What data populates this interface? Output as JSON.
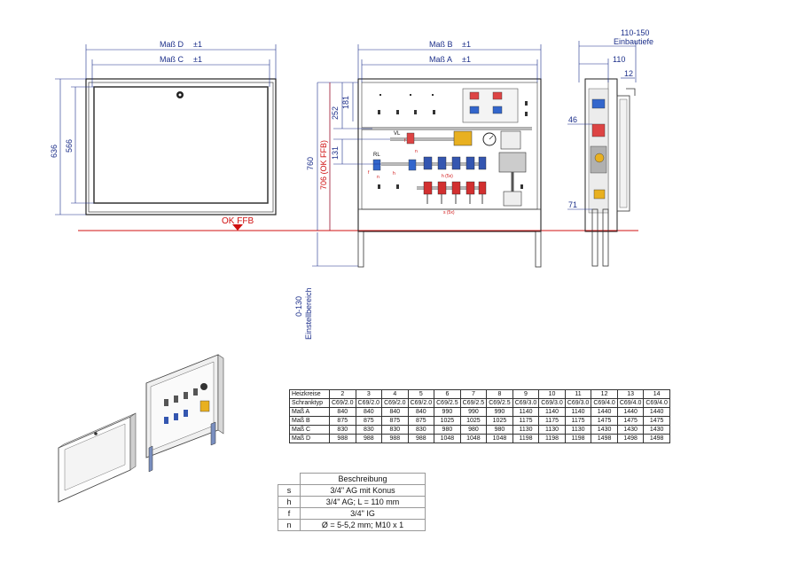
{
  "dimensions": {
    "mass_d": "Maß D",
    "mass_c": "Maß C",
    "mass_b": "Maß B",
    "mass_a": "Maß A",
    "tolerance": "±1",
    "h636": "636",
    "h566": "566",
    "h760": "760",
    "h706": "706 (OK FFB)",
    "h252": "252",
    "h181": "181",
    "h131": "131",
    "setting_range": "0-130",
    "setting_label": "Einstellbereich",
    "ok_ffb": "OK FFB",
    "depth_range": "110-150",
    "depth_label": "Einbautiefe",
    "d110": "110",
    "d12": "12",
    "d46": "46",
    "d71": "71"
  },
  "annotations": {
    "vl": "VL",
    "rl": "RL",
    "h": "h",
    "f": "f",
    "n": "n",
    "s": "s",
    "s5x": "s (5x)",
    "h5x": "h (5x)"
  },
  "spec_table": {
    "header_label": "Heizkreise",
    "columns": [
      "2",
      "3",
      "4",
      "5",
      "6",
      "7",
      "8",
      "9",
      "10",
      "11",
      "12",
      "13",
      "14"
    ],
    "rows": [
      {
        "label": "Schranktyp",
        "values": [
          "C69/2.0",
          "C69/2.0",
          "C69/2.0",
          "C69/2.0",
          "C69/2.5",
          "C69/2.5",
          "C69/2.5",
          "C69/3.0",
          "C69/3.0",
          "C69/3.0",
          "C69/4.0",
          "C69/4.0",
          "C69/4.0"
        ]
      },
      {
        "label": "Maß A",
        "values": [
          "840",
          "840",
          "840",
          "840",
          "990",
          "990",
          "990",
          "1140",
          "1140",
          "1140",
          "1440",
          "1440",
          "1440"
        ]
      },
      {
        "label": "Maß B",
        "values": [
          "875",
          "875",
          "875",
          "875",
          "1025",
          "1025",
          "1025",
          "1175",
          "1175",
          "1175",
          "1475",
          "1475",
          "1475"
        ]
      },
      {
        "label": "Maß C",
        "values": [
          "830",
          "830",
          "830",
          "830",
          "980",
          "980",
          "980",
          "1130",
          "1130",
          "1130",
          "1430",
          "1430",
          "1430"
        ]
      },
      {
        "label": "Maß D",
        "values": [
          "988",
          "988",
          "988",
          "988",
          "1048",
          "1048",
          "1048",
          "1198",
          "1198",
          "1198",
          "1498",
          "1498",
          "1498"
        ]
      }
    ]
  },
  "description_table": {
    "title": "Beschreibung",
    "rows": [
      {
        "key": "s",
        "value": "3/4\" AG mit Konus"
      },
      {
        "key": "h",
        "value": "3/4\" AG; L = 110 mm"
      },
      {
        "key": "f",
        "value": "3/4\" IG"
      },
      {
        "key": "n",
        "value": "Ø = 5-5,2 mm; M10 x 1"
      }
    ]
  }
}
